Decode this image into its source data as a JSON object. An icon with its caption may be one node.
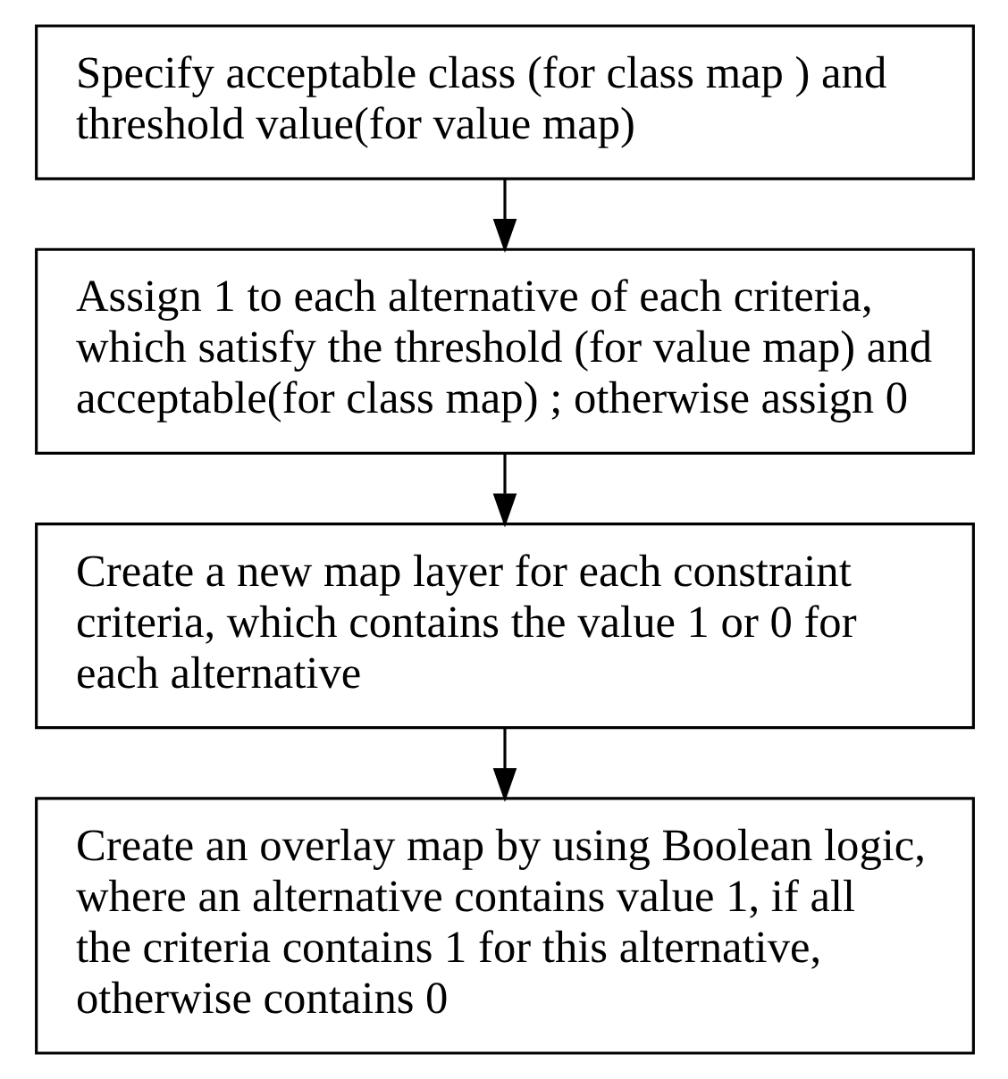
{
  "diagram": {
    "nodes": [
      {
        "text": [
          "Specify acceptable class (for class map ) and threshold value(for value map)"
        ]
      },
      {
        "text": [
          "Assign 1 to each alternative of each criteria, which satisfy the threshold (for value map) and acceptable(for class map) ; otherwise assign 0"
        ]
      },
      {
        "text": [
          "Create a new map layer for each constraint criteria, which contains the value 1 or 0 for each alternative"
        ]
      },
      {
        "text": [
          "Create an overlay map by using Boolean logic, where an alternative contains value 1, if all the criteria contains 1 for this alternative, otherwise contains 0"
        ]
      }
    ],
    "edges": [
      {
        "from": 0,
        "to": 1,
        "arrow": "to"
      },
      {
        "from": 1,
        "to": 2,
        "arrow": "to"
      },
      {
        "from": 2,
        "to": 3,
        "arrow": "to"
      }
    ]
  }
}
